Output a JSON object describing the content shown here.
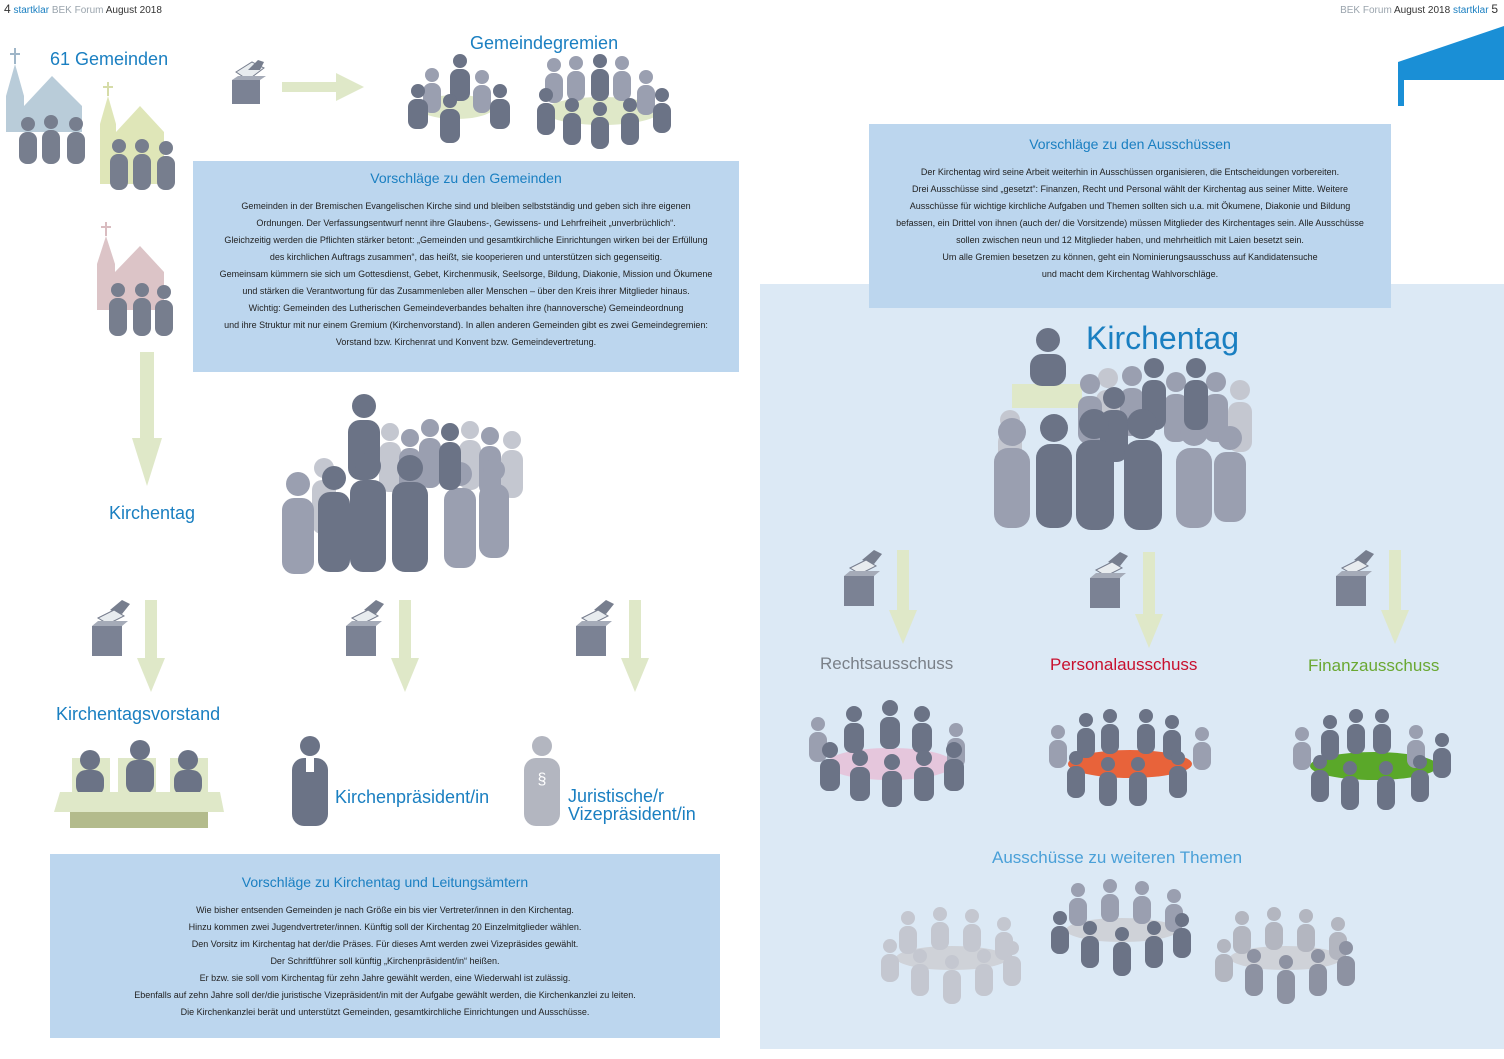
{
  "header_left": {
    "page": "4",
    "brand": "startklar",
    "pub": "BEK Forum",
    "date": "August 2018"
  },
  "header_right": {
    "pub": "BEK Forum",
    "date": "August 2018",
    "brand": "startklar",
    "page": "5"
  },
  "left": {
    "gemeinden_title": "61 Gemeinden",
    "gremien_title": "Gemeindegremien",
    "kirchentag_label": "Kirchentag",
    "vorstand_label": "Kirchentagsvorstand",
    "praesident_label": "Kirchenpräsident/in",
    "juristisch_label_1": "Juristische/r",
    "juristisch_label_2": "Vizepräsident/in",
    "paragraph_sign": "§",
    "box1": {
      "title": "Vorschläge zu den Gemeinden",
      "lines": [
        "Gemeinden in der Bremischen Evangelischen Kirche sind und bleiben selbstständig und geben sich ihre eigenen",
        "Ordnungen. Der Verfassungsentwurf nennt ihre Glaubens-, Gewissens- und Lehrfreiheit „unverbrüchlich“.",
        "Gleichzeitig werden die Pflichten stärker betont: „Gemeinden und gesamtkirchliche Einrichtungen wirken bei der Erfüllung",
        "des kirchlichen Auftrags zusammen“, das heißt, sie kooperieren und unterstützen sich gegenseitig.",
        "Gemeinsam kümmern sie sich um Gottesdienst, Gebet, Kirchenmusik, Seelsorge, Bildung, Diakonie, Mission und Ökumene",
        "und stärken die Verantwortung für das Zusammenleben aller Menschen – über den Kreis ihrer Mitglieder hinaus.",
        "Wichtig: Gemeinden des Lutherischen Gemeindeverbandes behalten ihre (hannoversche) Gemeindeordnung",
        "und ihre Struktur mit nur einem Gremium (Kirchenvorstand). In allen anderen Gemeinden gibt es zwei Gemeindegremien:",
        "Vorstand bzw. Kirchenrat und Konvent bzw. Gemeindevertretung."
      ]
    },
    "box2": {
      "title": "Vorschläge zu Kirchentag und Leitungsämtern",
      "lines": [
        "Wie bisher entsenden Gemeinden je nach Größe ein bis vier Vertreter/innen in den Kirchentag.",
        "Hinzu kommen zwei Jugendvertreter/innen. Künftig soll der Kirchentag 20 Einzelmitglieder wählen.",
        "Den Vorsitz im Kirchentag hat der/die Präses. Für dieses Amt werden zwei Vizepräsides gewählt.",
        "Der Schriftführer soll künftig „Kirchenpräsident/in“ heißen.",
        "Er bzw. sie soll vom Kirchentag für zehn Jahre gewählt werden, eine Wiederwahl ist zulässig.",
        "Ebenfalls auf zehn Jahre soll der/die juristische Vizepräsident/in mit der Aufgabe gewählt werden, die Kirchenkanzlei zu leiten.",
        "Die Kirchenkanzlei berät und unterstützt Gemeinden, gesamtkirchliche Einrichtungen und Ausschüsse."
      ]
    }
  },
  "right": {
    "box": {
      "title": "Vorschläge zu den Ausschüssen",
      "lines": [
        "Der Kirchentag wird seine Arbeit weiterhin in Ausschüssen organisieren, die Entscheidungen vorbereiten.",
        "Drei Ausschüsse sind „gesetzt“: Finanzen, Recht und Personal wählt der Kirchentag aus seiner Mitte. Weitere",
        "Ausschüsse für wichtige kirchliche Aufgaben und Themen sollten sich u.a. mit Ökumene, Diakonie und Bildung",
        "befassen, ein Drittel von ihnen (auch der/ die Vorsitzende) müssen Mitglieder des Kirchentages sein. Alle Ausschüsse",
        "sollen zwischen neun und 12 Mitglieder haben, und mehrheitlich mit Laien besetzt sein.",
        "Um alle Gremien besetzen zu können, geht ein Nominierungsausschuss auf Kandidatensuche",
        "und macht dem Kirchentag Wahlvorschläge."
      ]
    },
    "kirchentag_title": "Kirchentag",
    "committees": [
      {
        "name": "Rechtsausschuss",
        "color": "#7a8088",
        "table": "#e5c6dc"
      },
      {
        "name": "Personalausschuss",
        "color": "#c8102e",
        "table": "#e8633a"
      },
      {
        "name": "Finanzausschuss",
        "color": "#6aa832",
        "table": "#5aa829"
      }
    ],
    "weitere_title": "Ausschüsse zu weiteren Themen"
  },
  "colors": {
    "accent_blue": "#1a7fc1",
    "box_blue": "#bcd6ee",
    "panel_blue": "#dce9f5",
    "arrow_green": "#dfe8c8",
    "person_dark": "#6b7386",
    "person_mid": "#9a9fb0",
    "person_light": "#c4c7d0"
  }
}
